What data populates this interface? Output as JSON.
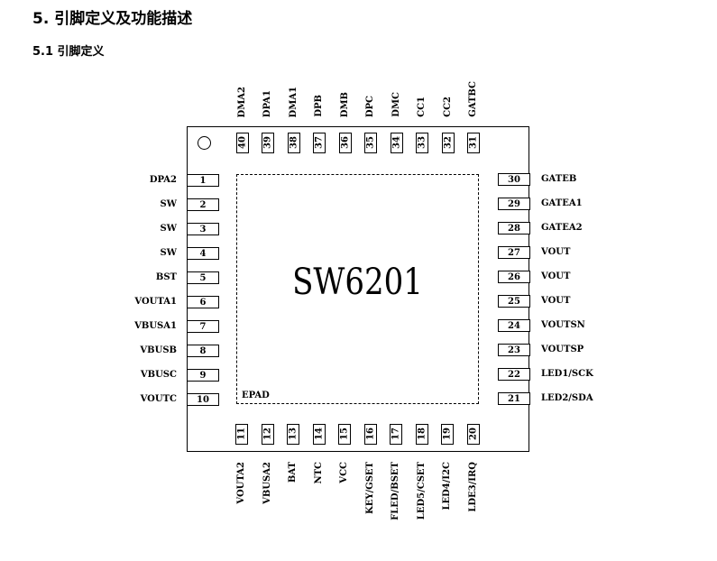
{
  "heading": "5. 引脚定义及功能描述",
  "subheading": "5.1 引脚定义",
  "chip": {
    "name": "SW6201",
    "pad_label": "EPAD"
  },
  "pins": {
    "left": [
      {
        "n": "1",
        "l": "DPA2"
      },
      {
        "n": "2",
        "l": "SW"
      },
      {
        "n": "3",
        "l": "SW"
      },
      {
        "n": "4",
        "l": "SW"
      },
      {
        "n": "5",
        "l": "BST"
      },
      {
        "n": "6",
        "l": "VOUTA1"
      },
      {
        "n": "7",
        "l": "VBUSA1"
      },
      {
        "n": "8",
        "l": "VBUSB"
      },
      {
        "n": "9",
        "l": "VBUSC"
      },
      {
        "n": "10",
        "l": "VOUTC"
      }
    ],
    "bottom": [
      {
        "n": "11",
        "l": "VOUTA2"
      },
      {
        "n": "12",
        "l": "VBUSA2"
      },
      {
        "n": "13",
        "l": "BAT"
      },
      {
        "n": "14",
        "l": "NTC"
      },
      {
        "n": "15",
        "l": "VCC"
      },
      {
        "n": "16",
        "l": "KEY/GSET"
      },
      {
        "n": "17",
        "l": "FLED/BSET"
      },
      {
        "n": "18",
        "l": "LED5/CSET"
      },
      {
        "n": "19",
        "l": "LED4/I2C"
      },
      {
        "n": "20",
        "l": "LDE3/IRQ"
      }
    ],
    "right": [
      {
        "n": "21",
        "l": "LED2/SDA"
      },
      {
        "n": "22",
        "l": "LED1/SCK"
      },
      {
        "n": "23",
        "l": "VOUTSP"
      },
      {
        "n": "24",
        "l": "VOUTSN"
      },
      {
        "n": "25",
        "l": "VOUT"
      },
      {
        "n": "26",
        "l": "VOUT"
      },
      {
        "n": "27",
        "l": "VOUT"
      },
      {
        "n": "28",
        "l": "GATEA2"
      },
      {
        "n": "29",
        "l": "GATEA1"
      },
      {
        "n": "30",
        "l": "GATEB"
      }
    ],
    "top": [
      {
        "n": "31",
        "l": "GATBC"
      },
      {
        "n": "32",
        "l": "CC2"
      },
      {
        "n": "33",
        "l": "CC1"
      },
      {
        "n": "34",
        "l": "DMC"
      },
      {
        "n": "35",
        "l": "DPC"
      },
      {
        "n": "36",
        "l": "DMB"
      },
      {
        "n": "37",
        "l": "DPB"
      },
      {
        "n": "38",
        "l": "DMA1"
      },
      {
        "n": "39",
        "l": "DPA1"
      },
      {
        "n": "40",
        "l": "DMA2"
      }
    ]
  }
}
